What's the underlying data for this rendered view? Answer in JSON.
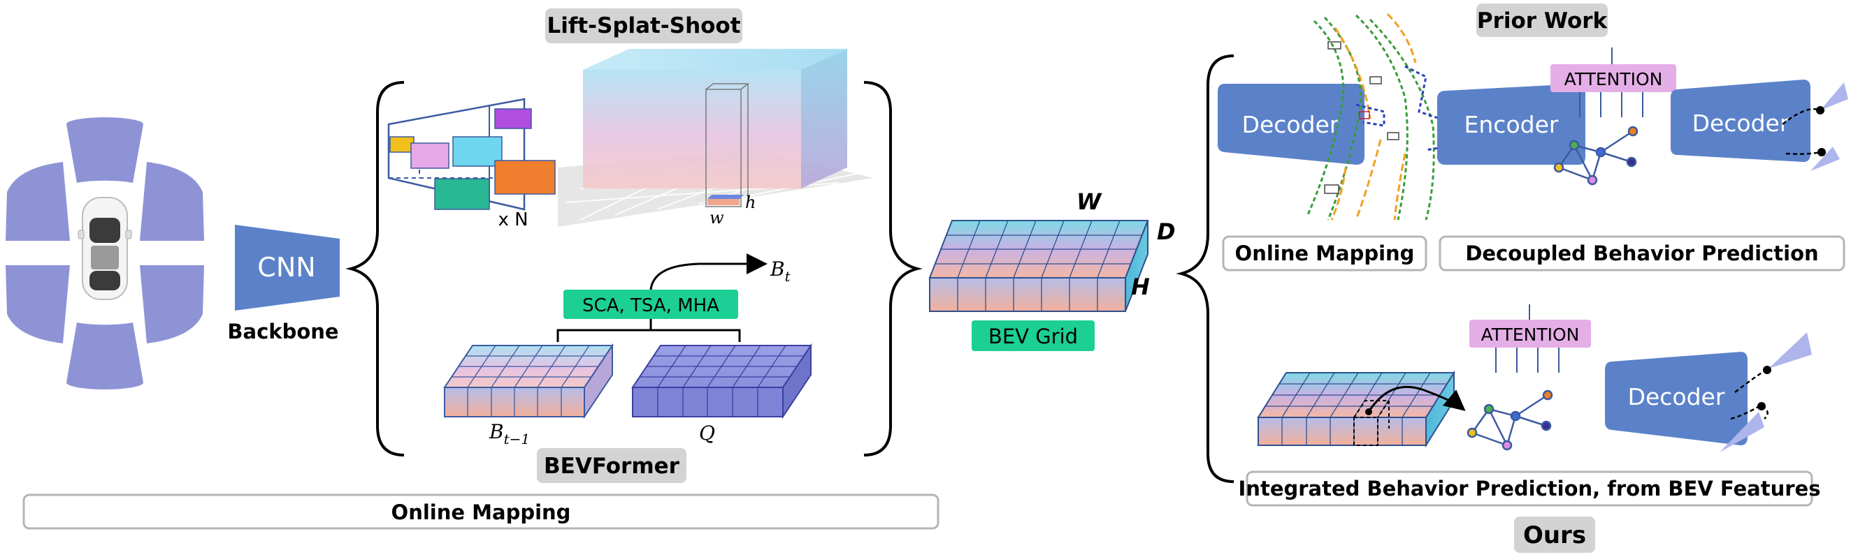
{
  "left": {
    "cnn_label": "CNN",
    "backbone_label": "Backbone",
    "online_mapping_label": "Online Mapping"
  },
  "lss": {
    "title": "Lift-Splat-Shoot",
    "times_n": "x N",
    "w_label": "w",
    "h_label": "h"
  },
  "bevformer": {
    "title": "BEVFormer",
    "ops_label": "SCA, TSA, MHA",
    "bt_main": "B",
    "bt_sub": "t",
    "bt1_main": "B",
    "bt1_sub": "t−1",
    "q_label": "Q"
  },
  "bev_grid": {
    "label": "BEV Grid",
    "w": "W",
    "d": "D",
    "h": "H"
  },
  "prior_work": {
    "title": "Prior Work",
    "decoder1": "Decoder",
    "encoder": "Encoder",
    "attention": "ATTENTION",
    "decoder2": "Decoder",
    "online_mapping": "Online Mapping",
    "decoupled": "Decoupled Behavior Prediction"
  },
  "ours": {
    "attention": "ATTENTION",
    "decoder": "Decoder",
    "integrated": "Integrated Behavior Prediction, from BEV Features",
    "title": "Ours"
  },
  "colors": {
    "block_blue": "#5b82c9",
    "teal_label": "#1ccf94",
    "attention_pink": "#e4aee6",
    "wedge": "#8e93d6",
    "gray_title": "#d3d3d3"
  }
}
